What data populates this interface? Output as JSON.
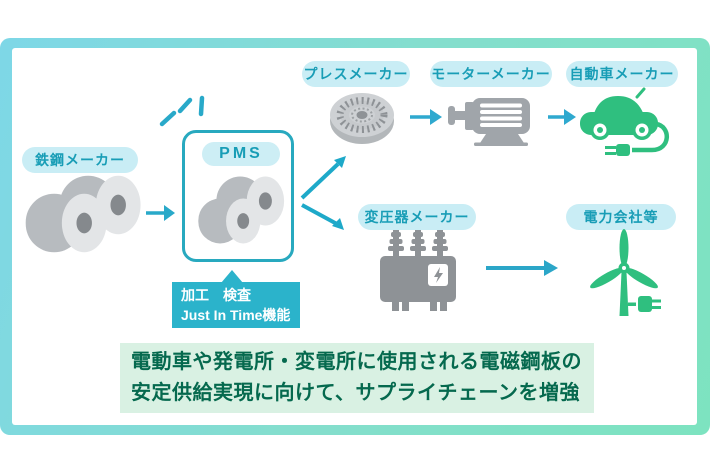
{
  "diagram": {
    "title_hint": "electrical-steel-supply-chain",
    "nodes": {
      "steel_maker": {
        "label": "鉄鋼メーカー"
      },
      "pms": {
        "label": "PMS"
      },
      "press_maker": {
        "label": "プレスメーカー"
      },
      "motor_maker": {
        "label": "モーターメーカー"
      },
      "auto_maker": {
        "label": "自動車メーカー"
      },
      "transformer_maker": {
        "label": "変圧器メーカー"
      },
      "power_company": {
        "label": "電力会社等"
      }
    },
    "callout": {
      "line1": "加工　検査",
      "line2": "Just In Time機能"
    },
    "banner": {
      "line1": "電動車や発電所・変電所に使用される電磁鋼板の",
      "line2": "安定供給実現に向けて、サプライチェーンを増強"
    },
    "icons": [
      "steel-coils-icon",
      "pms-coils-icon",
      "press-core-icon",
      "motor-icon",
      "ev-car-icon",
      "transformer-icon",
      "wind-turbine-icon",
      "sparkle-icon",
      "arrow-icon"
    ],
    "colors": {
      "frame_gradient_start": "#7ed7e7",
      "frame_gradient_end": "#7de3c0",
      "pill_bg": "#c9edf5",
      "pill_text": "#189db6",
      "arrow_teal": "#29a9c9",
      "pms_border": "#28a9bf",
      "callout_bg": "#2bb3cb",
      "green": "#2fbf7f",
      "icon_gray": "#a0a5aa",
      "transformer_gray": "#8e9296",
      "banner_bg": "#d9f1e3",
      "banner_text": "#05694e"
    }
  }
}
